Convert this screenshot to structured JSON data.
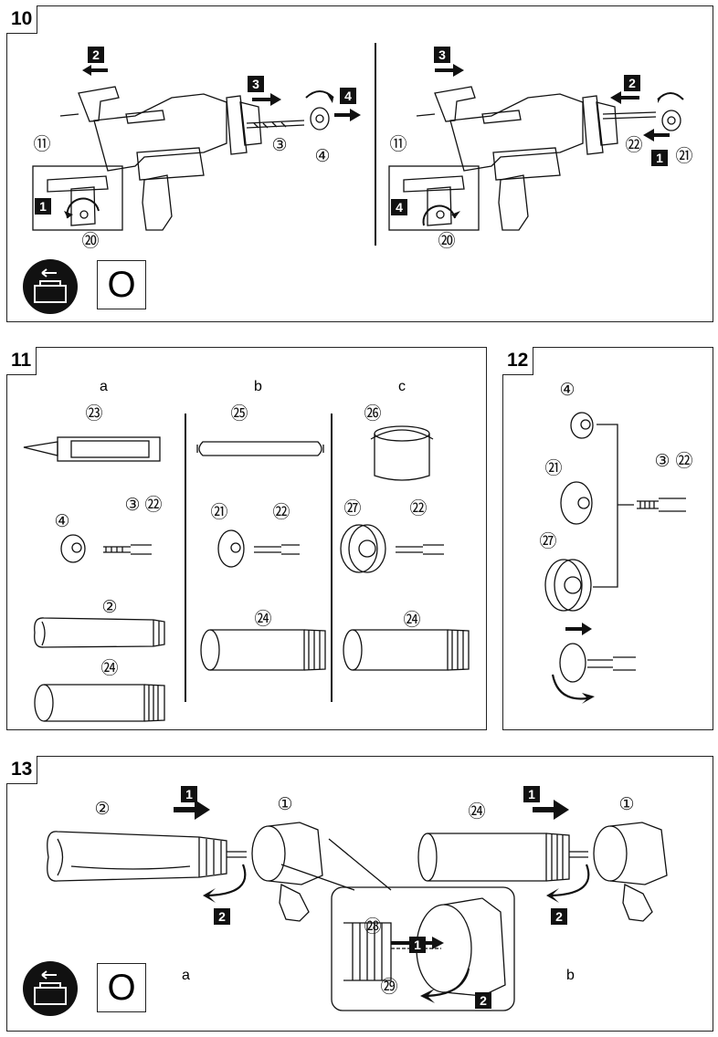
{
  "panels": {
    "p10": {
      "tag": "10"
    },
    "p11": {
      "tag": "11",
      "sub_a": "a",
      "sub_b": "b",
      "sub_c": "c"
    },
    "p12": {
      "tag": "12"
    },
    "p13": {
      "tag": "13",
      "sub_a": "a",
      "sub_b": "b"
    }
  },
  "symbols": {
    "off_letter": "O"
  },
  "steps": {
    "s1": "1",
    "s2": "2",
    "s3": "3",
    "s4": "4"
  },
  "parts": {
    "n1": "①",
    "n2": "②",
    "n3": "③",
    "n4": "④",
    "n11": "⑪",
    "n20": "⑳",
    "n21": "㉑",
    "n22": "㉒",
    "n23": "㉓",
    "n24": "㉔",
    "n25": "㉕",
    "n26": "㉖",
    "n27": "㉗",
    "n28": "㉘",
    "n29": "㉙"
  }
}
